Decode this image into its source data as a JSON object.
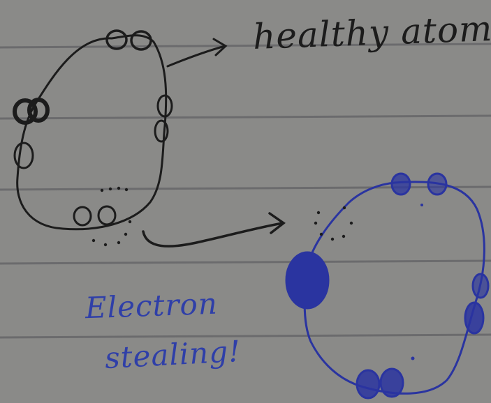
{
  "note": {
    "healthy_label": "healthy atom",
    "stealing_label_line1": "Electron",
    "stealing_label_line2": "stealing!"
  },
  "colors": {
    "paper": "#8a8a88",
    "rule_line": "#6b6b6d",
    "pencil_ink": "#1c1c1c",
    "blue_ink": "#2a34a0"
  }
}
